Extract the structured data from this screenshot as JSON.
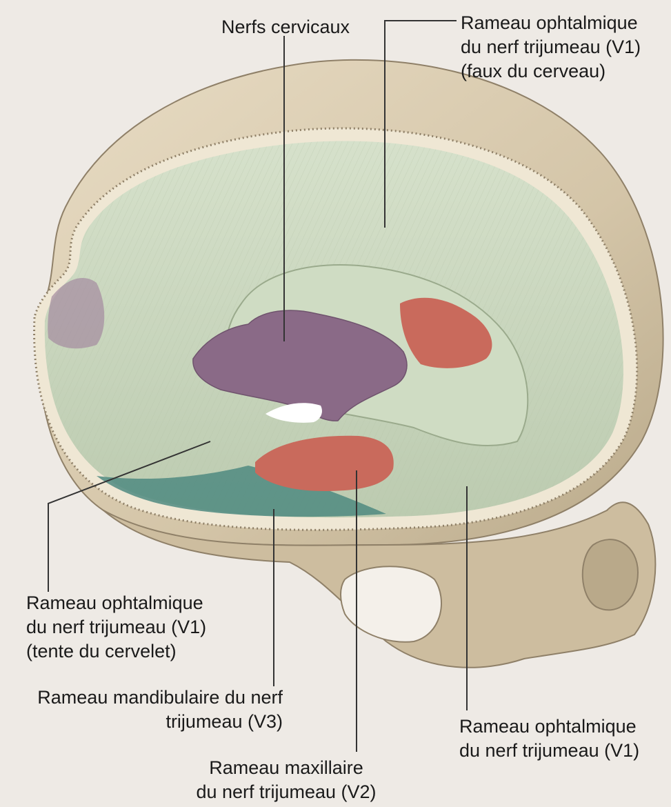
{
  "labels": {
    "cervical": {
      "l1": "Nerfs cervicaux"
    },
    "v1_falx": {
      "l1": "Rameau ophtalmique",
      "l2": "du nerf trijumeau (V1)",
      "l3": "(faux du cerveau)"
    },
    "v1_tent": {
      "l1": "Rameau ophtalmique",
      "l2": "du nerf trijumeau (V1)",
      "l3": "(tente du cervelet)"
    },
    "v3": {
      "l1": "Rameau mandibulaire du nerf",
      "l2": "trijumeau (V3)"
    },
    "v2": {
      "l1": "Rameau maxillaire",
      "l2": "du nerf trijumeau (V2)"
    },
    "v1_front": {
      "l1": "Rameau ophtalmique",
      "l2": "du nerf trijumeau (V1)"
    }
  },
  "colors": {
    "bone": "#d9ccb3",
    "dura_green": "#c9d6bd",
    "cervical_purple": "#8a6a87",
    "v2_red": "#c96a5c",
    "v3_teal": "#4f8a80"
  }
}
